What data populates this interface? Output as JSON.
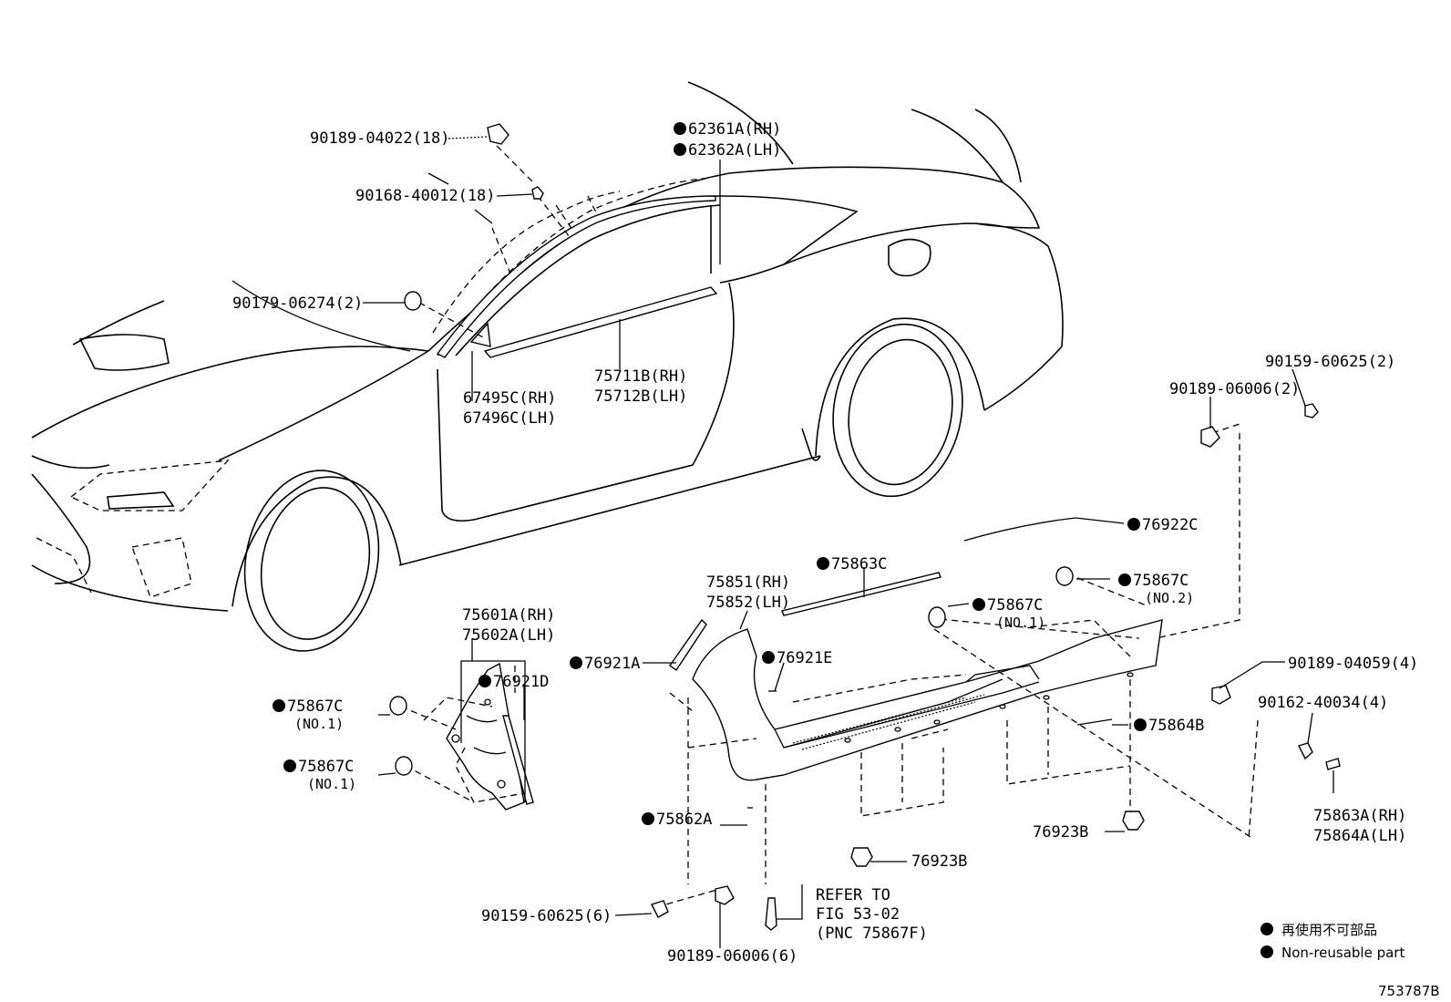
{
  "labels": {
    "p90189_04022": "90189-04022(18)",
    "p90168_40012": "90168-40012(18)",
    "p62361a": "62361A(RH)",
    "p62362a": "62362A(LH)",
    "p90179_06274": "90179-06274(2)",
    "p67495c": "67495C(RH)",
    "p67496c": "67496C(LH)",
    "p75711b": "75711B(RH)",
    "p75712b": "75712B(LH)",
    "p90159_60625_2": "90159-60625(2)",
    "p90189_06006_2": "90189-06006(2)",
    "p76922c": "76922C",
    "p75863c": "75863C",
    "p75867c_no2": "75867C",
    "no2": "(NO.2)",
    "p75867c_no1_mid": "75867C",
    "no1_mid": "(NO.1)",
    "p75851": "75851(RH)",
    "p75852": "75852(LH)",
    "p75601a": "75601A(RH)",
    "p75602a": "75602A(LH)",
    "p76921a": "76921A",
    "p76921e": "76921E",
    "p76921d": "76921D",
    "p90189_04059": "90189-04059(4)",
    "p90162_40034": "90162-40034(4)",
    "p75867c_no1_a": "75867C",
    "no1_a": "(NO.1)",
    "p75867c_no1_b": "75867C",
    "no1_b": "(NO.1)",
    "p75864b": "75864B",
    "p75862a": "75862A",
    "p76923b_right": "76923B",
    "p76923b_bottom": "76923B",
    "p75863a": "75863A(RH)",
    "p75864a": "75864A(LH)",
    "p90159_60625_6": "90159-60625(6)",
    "p90189_06006_6": "90189-06006(6)",
    "refer1": "REFER TO",
    "refer2": "FIG 53-02",
    "refer3": "(PNC 75867F)"
  },
  "legend": {
    "item_jp": "再使用不可部品",
    "item_en": "Non-reusable part"
  },
  "figure_code": "753787B"
}
